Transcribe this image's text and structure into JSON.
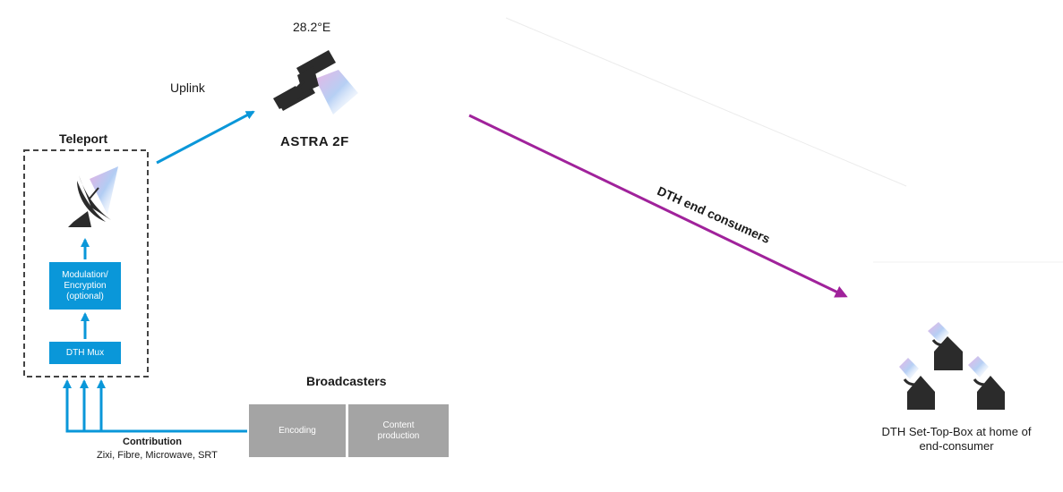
{
  "satellite": {
    "orbital_position": "28.2°E",
    "name": "ASTRA 2F"
  },
  "uplink_label": "Uplink",
  "teleport": {
    "title": "Teleport",
    "modulation_label": "Modulation/ Encryption (optional)",
    "mux_label": "DTH Mux"
  },
  "broadcasters": {
    "title": "Broadcasters",
    "encoding_label": "Encoding",
    "content_label": "Content production"
  },
  "contribution": {
    "title": "Contribution",
    "methods": "Zixi, Fibre, Microwave, SRT"
  },
  "downlink_label": "DTH end consumers",
  "receiver_label": "DTH Set-Top-Box at home of end-consumer",
  "colors": {
    "uplink_blue": "#0a97d9",
    "downlink_magenta": "#a0229b",
    "box_gray": "#a4a4a4",
    "icon_dark": "#2b2b2b"
  }
}
